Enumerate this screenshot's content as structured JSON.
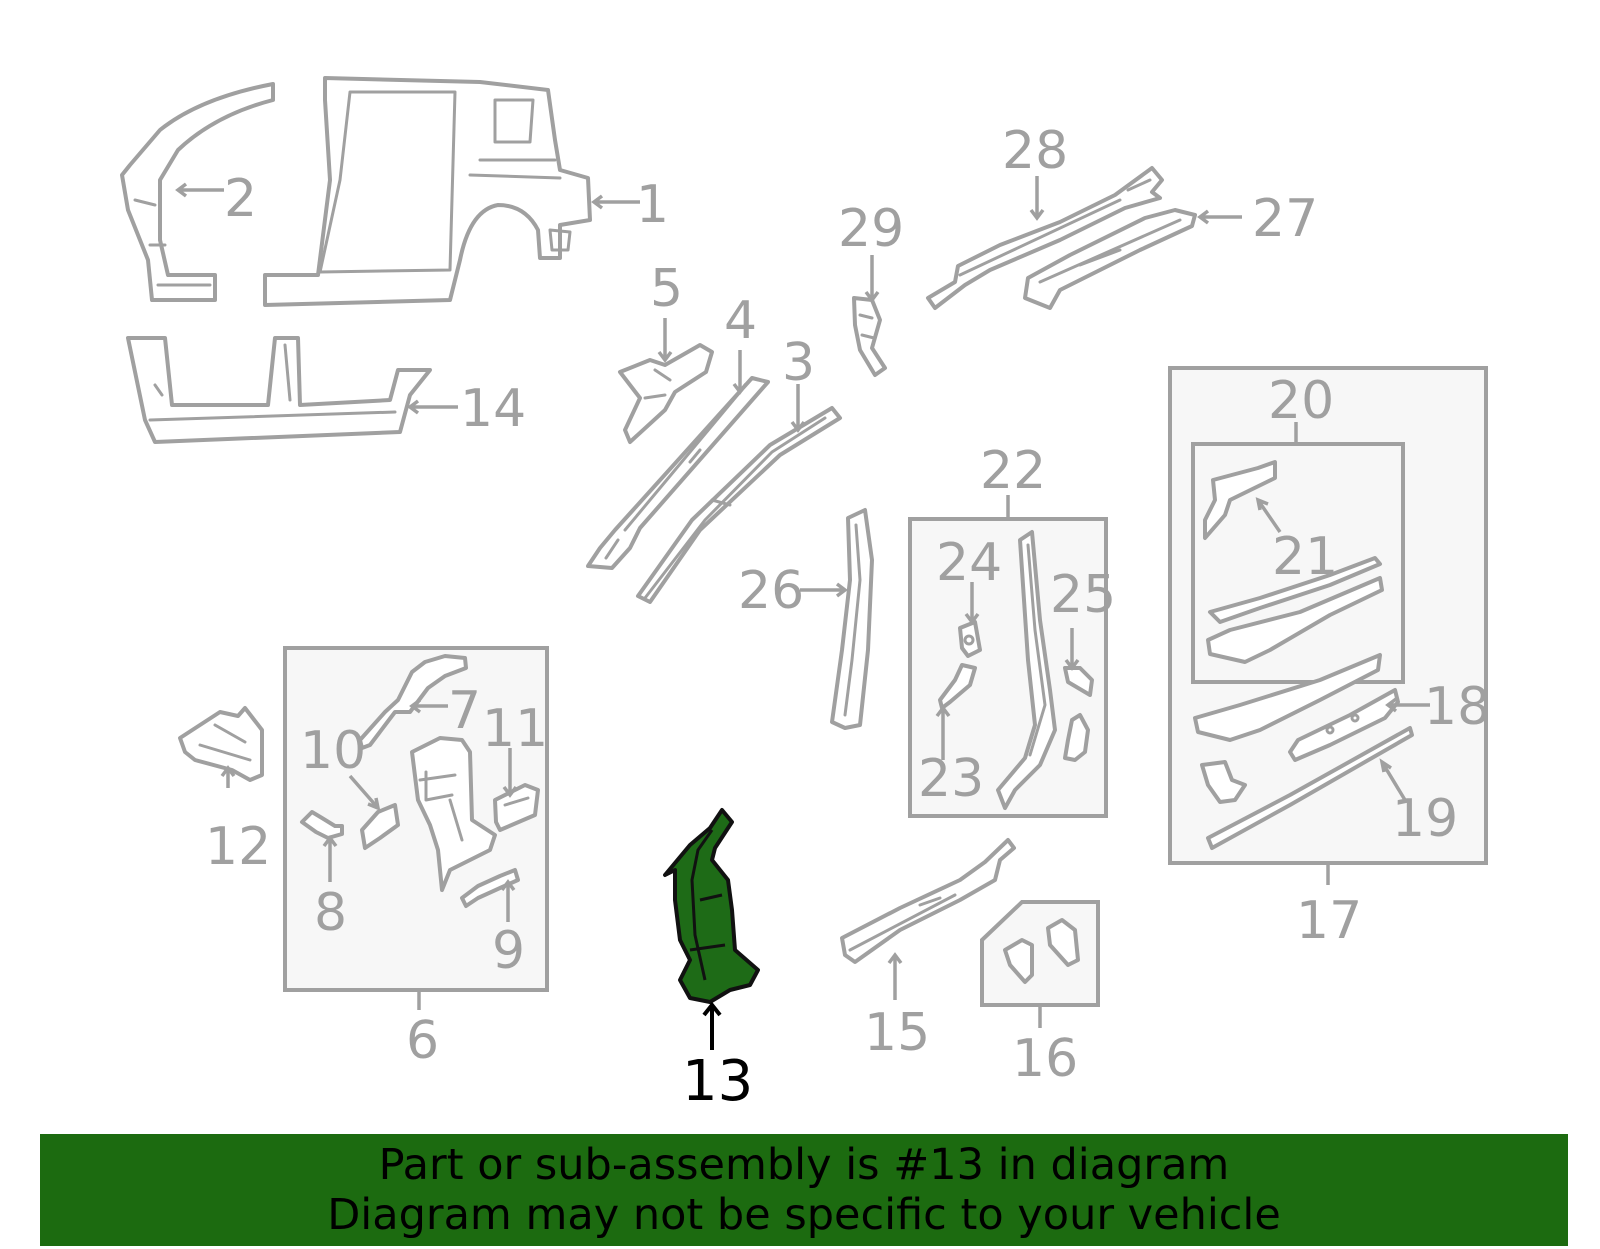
{
  "labels": {
    "p1": "1",
    "p2": "2",
    "p3": "3",
    "p4": "4",
    "p5": "5",
    "p6": "6",
    "p7": "7",
    "p8": "8",
    "p9": "9",
    "p10": "10",
    "p11": "11",
    "p12": "12",
    "p13": "13",
    "p14": "14",
    "p15": "15",
    "p16": "16",
    "p17": "17",
    "p18": "18",
    "p19": "19",
    "p20": "20",
    "p21": "21",
    "p22": "22",
    "p23": "23",
    "p24": "24",
    "p25": "25",
    "p26": "26",
    "p27": "27",
    "p28": "28",
    "p29": "29"
  },
  "highlight": {
    "part_number": "13",
    "color": "#1e6b17"
  },
  "colors": {
    "line": "#a0a0a0",
    "box_fill": "#f7f7f7",
    "banner": "#1c6b10"
  },
  "footer": {
    "line1": "Part or sub-assembly is #13 in diagram",
    "line2": "Diagram may not be specific to your vehicle"
  }
}
